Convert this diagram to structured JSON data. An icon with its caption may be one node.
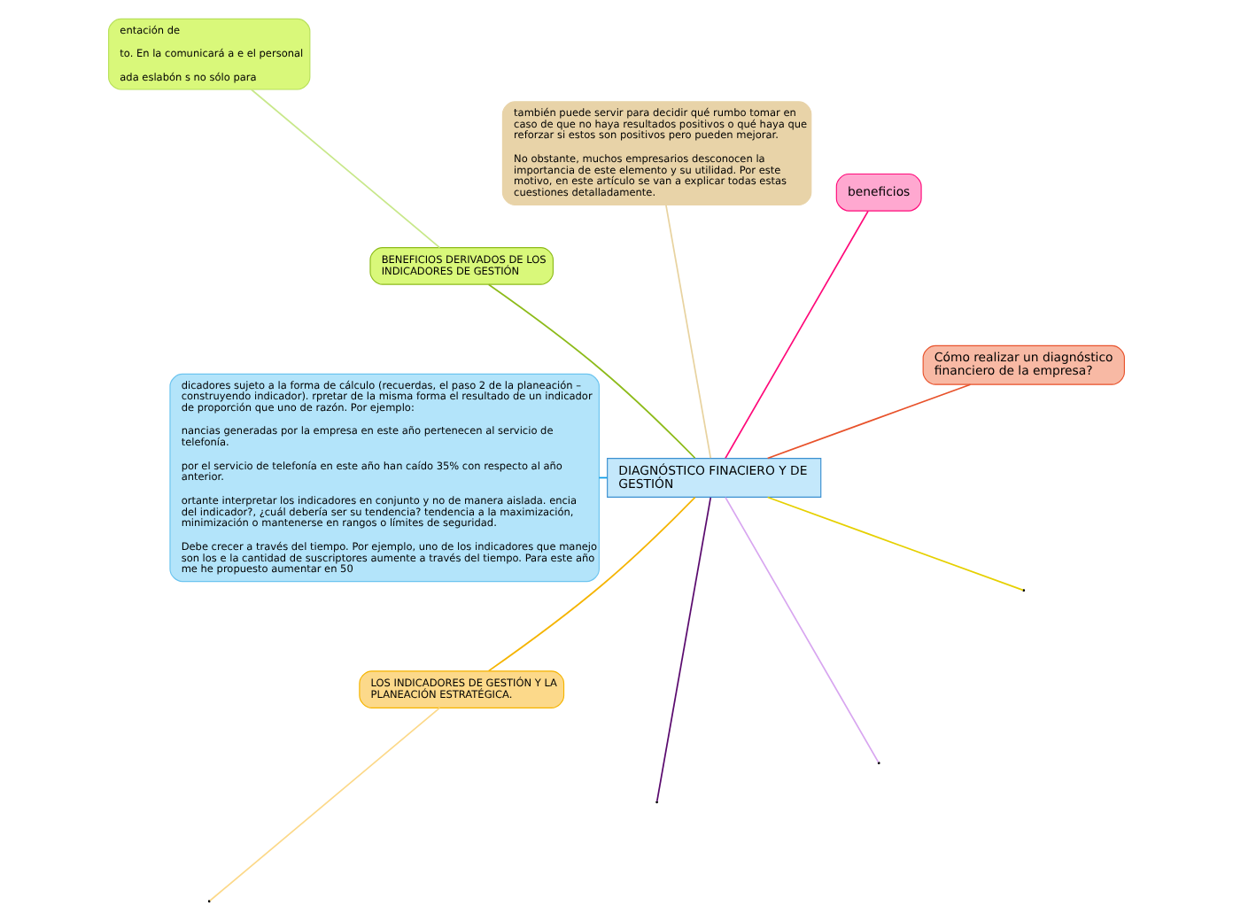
{
  "diagram": {
    "nodes": [
      {
        "text": [
          "DIAGNÓSTICO FINACIERO Y DE GESTIÓN"
        ]
      },
      {
        "text": [
          "Cómo realizar un diagnóstico financiero de la empresa?"
        ]
      },
      {
        "text": [
          "beneficios"
        ]
      },
      {
        "text": [
          "también puede servir para decidir qué rumbo tomar en caso de que no haya resultados positivos o qué haya que reforzar si estos son positivos pero pueden mejorar.",
          "No obstante, muchos empresarios desconocen la importancia de este elemento y su utilidad. Por este motivo, en este artículo se van a explicar todas estas cuestiones detalladamente."
        ]
      },
      {
        "text": [
          "BENEFICIOS DERIVADOS DE LOS INDICADORES DE GESTIÓN"
        ]
      },
      {
        "text": [
          "entación de",
          "to. En la comunicará a e el personal",
          "ada eslabón s no sólo para"
        ]
      },
      {
        "text": [
          "dicadores sujeto a la forma de cálculo (recuerdas, el paso 2 de la planeación – construyendo indicador). rpretar de la misma forma el resultado de un indicador de proporción que uno de razón. Por ejemplo:",
          "nancias generadas por la empresa en este año pertenecen al servicio de telefonía.",
          "por el servicio de telefonía en este año han caído 35% con respecto al año anterior.",
          "ortante interpretar los indicadores en conjunto y no de manera aislada. encia del indicador?, ¿cuál debería ser su tendencia? tendencia a la maximización, minimización o mantenerse en rangos o límites de seguridad.",
          "Debe crecer a través del tiempo. Por ejemplo, uno de los indicadores que manejo son los e la cantidad de suscriptores aumente a través del tiempo. Para este año me he propuesto aumentar en 50"
        ]
      },
      {
        "text": [
          "LOS INDICADORES DE GESTIÓN Y LA PLANEACIÓN ESTRATÉGICA."
        ]
      }
    ],
    "edges": [
      {
        "from": 0,
        "to": 1,
        "arrow": "none",
        "color": "#e8522b"
      },
      {
        "from": 0,
        "to": 2,
        "arrow": "none",
        "color": "#ff0a7a"
      },
      {
        "from": 0,
        "to": null,
        "arrow": "none",
        "color": "#5a0a6e"
      },
      {
        "from": 0,
        "to": null,
        "arrow": "none",
        "color": "#d8a6f0"
      },
      {
        "from": 0,
        "to": 3,
        "arrow": "none",
        "color": "#e8d3a0"
      },
      {
        "from": 0,
        "to": null,
        "arrow": "none",
        "color": "#e6d000"
      },
      {
        "from": 0,
        "to": 4,
        "arrow": "none",
        "color": "#8dbb1a"
      },
      {
        "from": 4,
        "to": 5,
        "arrow": "none",
        "color": "#c8e88a"
      },
      {
        "from": 0,
        "to": 6,
        "arrow": "none",
        "color": "#0a9be6"
      },
      {
        "from": 0,
        "to": 7,
        "arrow": "none",
        "color": "#f5b400"
      },
      {
        "from": 7,
        "to": null,
        "arrow": "none",
        "color": "#fcd98a"
      }
    ]
  }
}
